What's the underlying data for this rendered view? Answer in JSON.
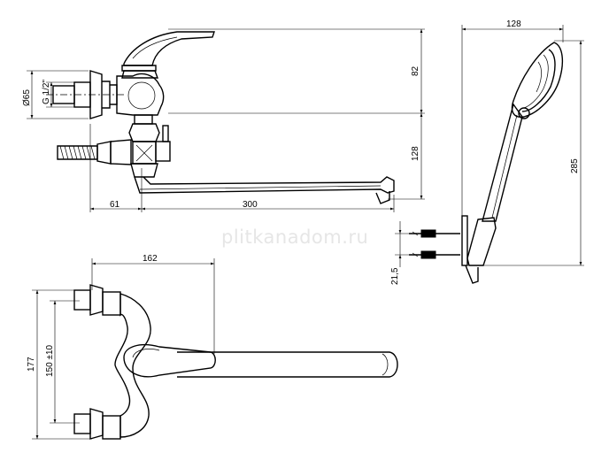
{
  "watermark": "plitkanadom.ru",
  "top_view": {
    "dim_diameter": "Ø65",
    "dim_thread": "G 1/2\"",
    "dim_upper_height": "82",
    "dim_lower_height": "128",
    "dim_left_offset": "61",
    "dim_spout_length": "300"
  },
  "side_view": {
    "dim_width": "128",
    "dim_height": "285",
    "dim_holder": "21,5"
  },
  "front_view": {
    "dim_width": "162",
    "dim_total_height": "177",
    "dim_center_distance": "150 ±10"
  }
}
